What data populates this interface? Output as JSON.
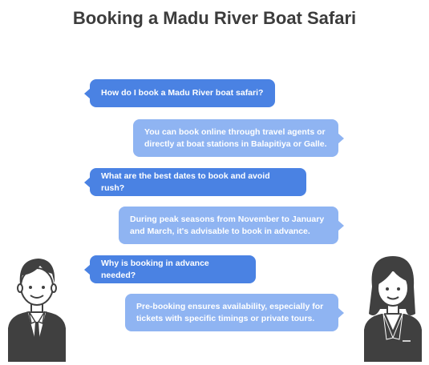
{
  "title": "Booking a Madu River Boat Safari",
  "messages": [
    {
      "role": "question",
      "text": "How do I book a Madu River boat safari?"
    },
    {
      "role": "answer",
      "text": "You can book online through travel agents or directly at boat stations in Balapitiya or Galle."
    },
    {
      "role": "question",
      "text": "What are the best dates to book and avoid rush?"
    },
    {
      "role": "answer",
      "text": "During peak seasons from November to January and March, it's advisable to book in advance."
    },
    {
      "role": "question",
      "text": "Why is booking in advance needed?"
    },
    {
      "role": "answer",
      "text": "Pre-booking ensures availability, especially for tickets with specific timings or private tours."
    }
  ],
  "colors": {
    "question": "#4a82e3",
    "answer": "#8fb4f2",
    "figure": "#404040"
  }
}
